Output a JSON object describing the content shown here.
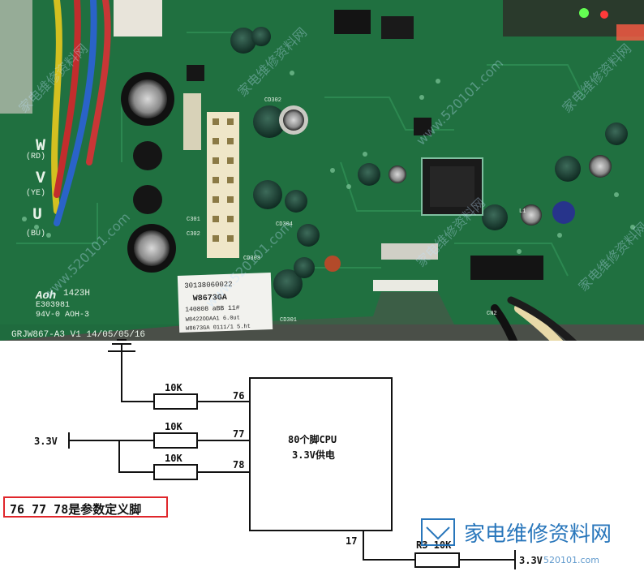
{
  "board": {
    "brand": "Aoh",
    "brand_code": "1423H",
    "cert_line1": "E303981",
    "cert_line2": "94V-0 AOH-3",
    "model_line": "GRJW867-A3 V1 14/05/05/16",
    "sticker_line1": "30138060022",
    "sticker_line2": "W8673GA",
    "sticker_line3": "140808 aBB 11#",
    "sticker_line4": "W8422ODAA1 6.0ut",
    "sticker_line5": "W8673GA 0111/1 5.ht",
    "phase_w": "W",
    "phase_w_color": "(RD)",
    "phase_v": "V",
    "phase_v_color": "(YE)",
    "phase_u": "U",
    "phase_u_color": "(BU)",
    "ref_cd301": "CD301",
    "ref_cd302": "CD302",
    "ref_c301": "C301",
    "ref_c302": "C302",
    "ref_cd303": "CD303",
    "ref_cd304": "CD304",
    "ref_cn2": "CN2",
    "ref_l1": "L1"
  },
  "schematic": {
    "cpu_line1": "80个脚CPU",
    "cpu_line2": "3.3V供电",
    "pin_76": "76",
    "pin_77": "77",
    "pin_78": "78",
    "pin_17": "17",
    "res_76": "10K",
    "res_77": "10K",
    "res_78": "10K",
    "res_r3": "R3  10K",
    "supply_left": "3.3V",
    "supply_right": "3.3V",
    "note": "76  77  78是参数定义脚"
  },
  "watermark": {
    "brand": "家电维修资料网",
    "url": "www.520101.com",
    "sub": "520101.com"
  },
  "colors": {
    "pcb": "#1f6b3e",
    "wire": "#111111",
    "note_border": "#e0262b",
    "watermark": "#1d6fb8"
  }
}
